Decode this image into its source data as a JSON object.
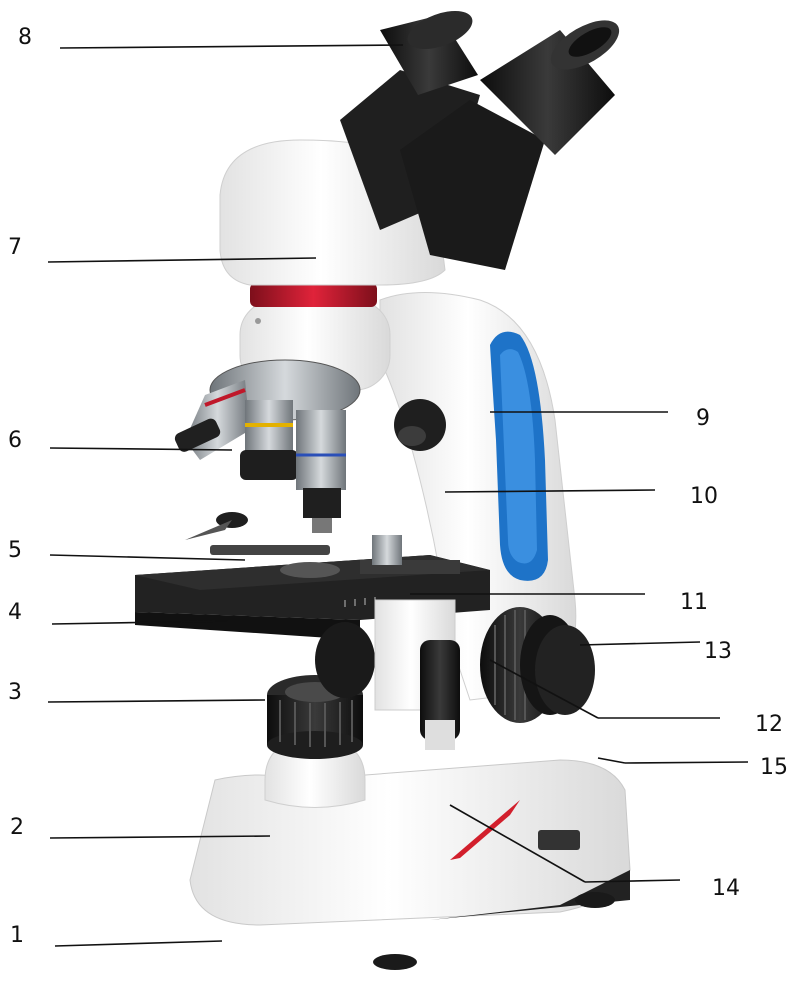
{
  "figure": {
    "subject": "binocular-compound-microscope",
    "colors": {
      "body_white": "#f4f4f4",
      "eyepiece_black": "#1a1a1a",
      "stage_black": "#222222",
      "grip_blue": "#1e73c8",
      "ring_red": "#c0182a",
      "metal": "#9aa0a6",
      "label_line": "#111111"
    }
  },
  "callouts": [
    {
      "number": "1"
    },
    {
      "number": "2"
    },
    {
      "number": "3"
    },
    {
      "number": "4"
    },
    {
      "number": "5"
    },
    {
      "number": "6"
    },
    {
      "number": "7"
    },
    {
      "number": "8"
    },
    {
      "number": "9"
    },
    {
      "number": "10"
    },
    {
      "number": "11"
    },
    {
      "number": "12"
    },
    {
      "number": "13"
    },
    {
      "number": "14"
    },
    {
      "number": "15"
    }
  ]
}
